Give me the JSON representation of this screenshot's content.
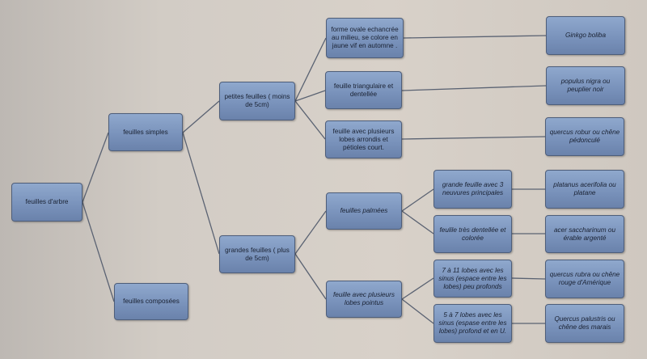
{
  "diagram_title_root": "feuilles d'arbre",
  "nodes": {
    "root": "feuilles d'arbre",
    "simples": "feuilles simples",
    "composees": "feuilles composées",
    "petites": "petites feuilles  ( moins de 5cm)",
    "grandes": "grandes feuilles ( plus de 5cm)",
    "ovale": "forme ovale echancrée au milieu, se colore en jaune vif en automne .",
    "triangulaire": "feuille triangulaire et dentellée",
    "arrondis": "feuille avec plusieurs lobes arrondis et pétioles court.",
    "palmees": "feuilles palmées",
    "pointus": "feuille avec plusieurs lobes pointus",
    "nervures": "grande feuille avec 3 neuvures principales",
    "dentellee": "feulile très dentellée et colorée",
    "lobes7_11": "7 à 11 lobes avec les sinus (espace entre les lobes) peu profonds",
    "lobes5_7": "5 à 7 lobes avec les sinus (espase entre les lobes) profond et en U.",
    "ginkgo": "Ginkgo boliba",
    "populus": "populus nigra ou peuplier noir",
    "robur": "quercus robur ou chêne pédonculé",
    "platanus": "platanus acerifolia ou platane",
    "acer": "acer saccharinum ou érable argenté",
    "rubra": "quercus rubra ou chêne rouge d'Amérique",
    "palustris": "Quercus palustris ou chêne des marais"
  },
  "colors": {
    "box": "#7891ba",
    "border": "#4e5e7a",
    "line": "#5a6272"
  }
}
